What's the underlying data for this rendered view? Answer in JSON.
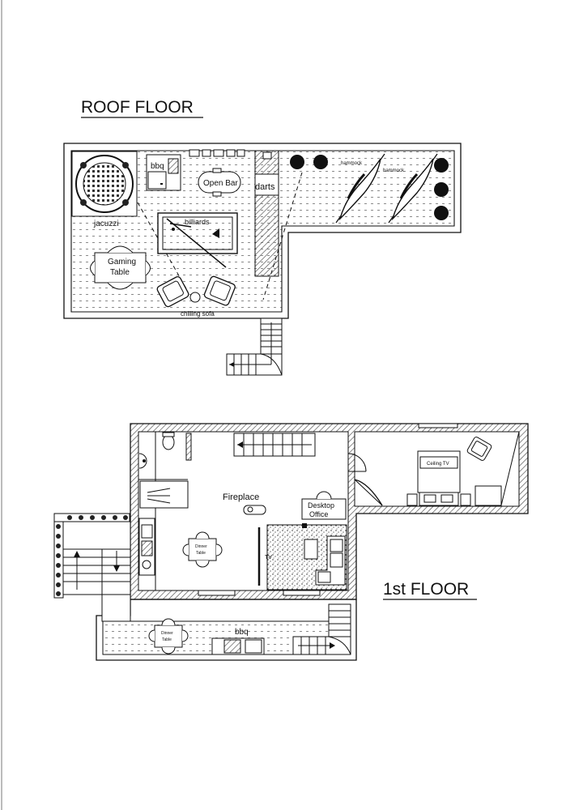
{
  "roof_floor": {
    "title": "ROOF FLOOR",
    "labels": {
      "bbq": "bbq",
      "open_bar": "Open Bar",
      "darts": "darts",
      "hammock_1": "hammock",
      "hammock_2": "hammock",
      "jacuzzi": "jacuzzi",
      "billiards": "billiards",
      "gaming_table": [
        "Gaming",
        "Table"
      ],
      "chilling_sofa": "chilling sofa"
    }
  },
  "first_floor": {
    "title": "1st FLOOR",
    "labels": {
      "fireplace": "Fireplace",
      "desktop_office": [
        "Desktop",
        "Office"
      ],
      "ceiling_tv": "Ceiling TV",
      "dinner_table_inside": [
        "Dinner",
        "Table"
      ],
      "tv": "TV",
      "dinner_table_terrace": [
        "Dinner",
        "Table"
      ],
      "bbq": "bbq"
    }
  },
  "colors": {
    "line": "#111111",
    "wall_hatch": "#555555",
    "floor_dots": "#8a8a8a",
    "background": "#ffffff"
  }
}
